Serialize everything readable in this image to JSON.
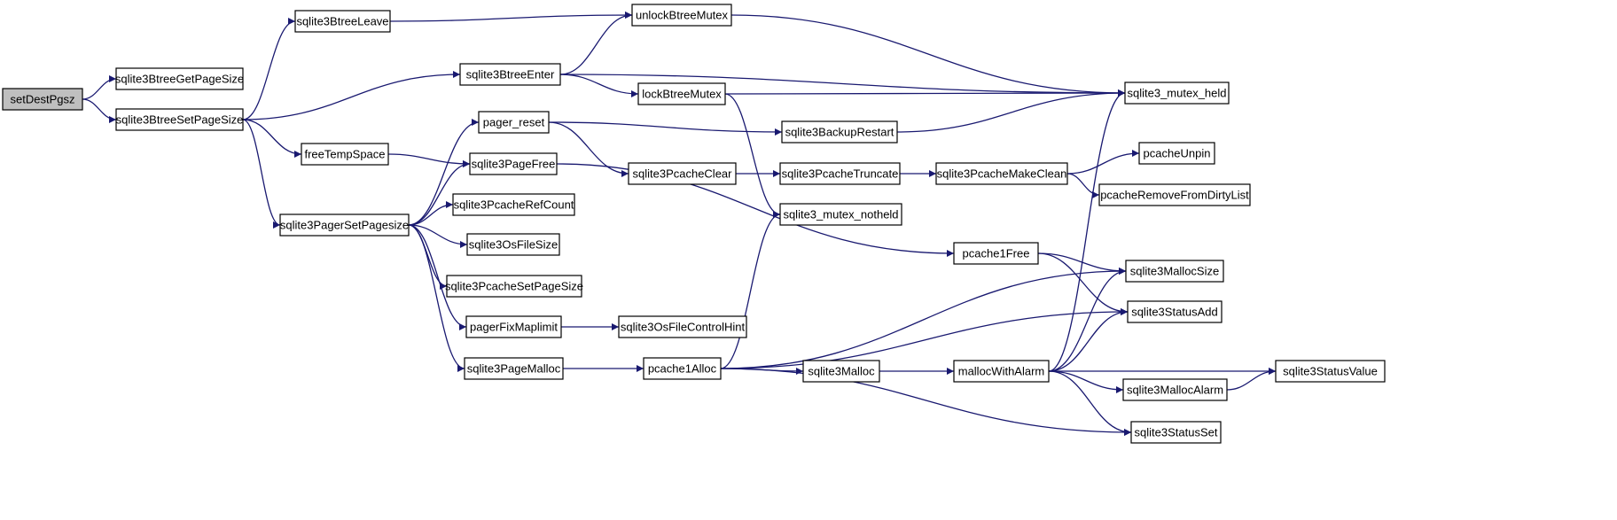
{
  "diagram": {
    "type": "call-graph",
    "colors": {
      "edge": "#191970",
      "root_fill": "#bfbfbf",
      "node_fill": "#ffffff",
      "node_border": "#000000",
      "text": "#000000"
    },
    "nodes": [
      {
        "id": "setDestPgsz",
        "label": "setDestPgsz",
        "root": true
      },
      {
        "id": "sqlite3BtreeGetPageSize",
        "label": "sqlite3BtreeGetPageSize"
      },
      {
        "id": "sqlite3BtreeSetPageSize",
        "label": "sqlite3BtreeSetPageSize"
      },
      {
        "id": "sqlite3BtreeLeave",
        "label": "sqlite3BtreeLeave"
      },
      {
        "id": "sqlite3BtreeEnter",
        "label": "sqlite3BtreeEnter"
      },
      {
        "id": "freeTempSpace",
        "label": "freeTempSpace"
      },
      {
        "id": "sqlite3PagerSetPagesize",
        "label": "sqlite3PagerSetPagesize"
      },
      {
        "id": "unlockBtreeMutex",
        "label": "unlockBtreeMutex"
      },
      {
        "id": "lockBtreeMutex",
        "label": "lockBtreeMutex"
      },
      {
        "id": "pager_reset",
        "label": "pager_reset"
      },
      {
        "id": "sqlite3PageFree",
        "label": "sqlite3PageFree"
      },
      {
        "id": "sqlite3PcacheRefCount",
        "label": "sqlite3PcacheRefCount"
      },
      {
        "id": "sqlite3OsFileSize",
        "label": "sqlite3OsFileSize"
      },
      {
        "id": "sqlite3PcacheSetPageSize",
        "label": "sqlite3PcacheSetPageSize"
      },
      {
        "id": "pagerFixMaplimit",
        "label": "pagerFixMaplimit"
      },
      {
        "id": "sqlite3PageMalloc",
        "label": "sqlite3PageMalloc"
      },
      {
        "id": "sqlite3OsFileControlHint",
        "label": "sqlite3OsFileControlHint"
      },
      {
        "id": "sqlite3PcacheClear",
        "label": "sqlite3PcacheClear"
      },
      {
        "id": "pcache1Alloc",
        "label": "pcache1Alloc"
      },
      {
        "id": "sqlite3BackupRestart",
        "label": "sqlite3BackupRestart"
      },
      {
        "id": "sqlite3PcacheTruncate",
        "label": "sqlite3PcacheTruncate"
      },
      {
        "id": "sqlite3_mutex_notheld",
        "label": "sqlite3_mutex_notheld"
      },
      {
        "id": "sqlite3Malloc",
        "label": "sqlite3Malloc"
      },
      {
        "id": "sqlite3PcacheMakeClean",
        "label": "sqlite3PcacheMakeClean"
      },
      {
        "id": "pcache1Free",
        "label": "pcache1Free"
      },
      {
        "id": "mallocWithAlarm",
        "label": "mallocWithAlarm"
      },
      {
        "id": "sqlite3_mutex_held",
        "label": "sqlite3_mutex_held"
      },
      {
        "id": "pcacheUnpin",
        "label": "pcacheUnpin"
      },
      {
        "id": "pcacheRemoveFromDirtyList",
        "label": "pcacheRemoveFromDirtyList"
      },
      {
        "id": "sqlite3MallocSize",
        "label": "sqlite3MallocSize"
      },
      {
        "id": "sqlite3StatusAdd",
        "label": "sqlite3StatusAdd"
      },
      {
        "id": "sqlite3MallocAlarm",
        "label": "sqlite3MallocAlarm"
      },
      {
        "id": "sqlite3StatusSet",
        "label": "sqlite3StatusSet"
      },
      {
        "id": "sqlite3StatusValue",
        "label": "sqlite3StatusValue"
      }
    ],
    "edges": [
      [
        "setDestPgsz",
        "sqlite3BtreeGetPageSize"
      ],
      [
        "setDestPgsz",
        "sqlite3BtreeSetPageSize"
      ],
      [
        "sqlite3BtreeSetPageSize",
        "sqlite3BtreeLeave"
      ],
      [
        "sqlite3BtreeSetPageSize",
        "sqlite3BtreeEnter"
      ],
      [
        "sqlite3BtreeSetPageSize",
        "freeTempSpace"
      ],
      [
        "sqlite3BtreeSetPageSize",
        "sqlite3PagerSetPagesize"
      ],
      [
        "sqlite3BtreeLeave",
        "unlockBtreeMutex"
      ],
      [
        "sqlite3BtreeEnter",
        "unlockBtreeMutex"
      ],
      [
        "sqlite3BtreeEnter",
        "lockBtreeMutex"
      ],
      [
        "sqlite3BtreeEnter",
        "sqlite3_mutex_held"
      ],
      [
        "unlockBtreeMutex",
        "sqlite3_mutex_held"
      ],
      [
        "lockBtreeMutex",
        "sqlite3_mutex_held"
      ],
      [
        "lockBtreeMutex",
        "sqlite3_mutex_notheld"
      ],
      [
        "freeTempSpace",
        "sqlite3PageFree"
      ],
      [
        "sqlite3PagerSetPagesize",
        "pager_reset"
      ],
      [
        "sqlite3PagerSetPagesize",
        "sqlite3PageFree"
      ],
      [
        "sqlite3PagerSetPagesize",
        "sqlite3PcacheRefCount"
      ],
      [
        "sqlite3PagerSetPagesize",
        "sqlite3OsFileSize"
      ],
      [
        "sqlite3PagerSetPagesize",
        "sqlite3PcacheSetPageSize"
      ],
      [
        "sqlite3PagerSetPagesize",
        "pagerFixMaplimit"
      ],
      [
        "sqlite3PagerSetPagesize",
        "sqlite3PageMalloc"
      ],
      [
        "pager_reset",
        "sqlite3BackupRestart"
      ],
      [
        "pager_reset",
        "sqlite3PcacheClear"
      ],
      [
        "sqlite3BackupRestart",
        "sqlite3_mutex_held"
      ],
      [
        "sqlite3PcacheClear",
        "sqlite3PcacheTruncate"
      ],
      [
        "sqlite3PcacheTruncate",
        "sqlite3PcacheMakeClean"
      ],
      [
        "sqlite3PcacheMakeClean",
        "pcacheUnpin"
      ],
      [
        "sqlite3PcacheMakeClean",
        "pcacheRemoveFromDirtyList"
      ],
      [
        "sqlite3PageFree",
        "pcache1Free"
      ],
      [
        "pcache1Free",
        "sqlite3MallocSize"
      ],
      [
        "pcache1Free",
        "sqlite3StatusAdd"
      ],
      [
        "pagerFixMaplimit",
        "sqlite3OsFileControlHint"
      ],
      [
        "sqlite3PageMalloc",
        "pcache1Alloc"
      ],
      [
        "pcache1Alloc",
        "sqlite3_mutex_notheld"
      ],
      [
        "pcache1Alloc",
        "sqlite3MallocSize"
      ],
      [
        "pcache1Alloc",
        "sqlite3StatusAdd"
      ],
      [
        "pcache1Alloc",
        "sqlite3Malloc"
      ],
      [
        "pcache1Alloc",
        "sqlite3StatusSet"
      ],
      [
        "sqlite3Malloc",
        "mallocWithAlarm"
      ],
      [
        "mallocWithAlarm",
        "sqlite3_mutex_held"
      ],
      [
        "mallocWithAlarm",
        "sqlite3MallocSize"
      ],
      [
        "mallocWithAlarm",
        "sqlite3StatusAdd"
      ],
      [
        "mallocWithAlarm",
        "sqlite3StatusValue"
      ],
      [
        "mallocWithAlarm",
        "sqlite3MallocAlarm"
      ],
      [
        "mallocWithAlarm",
        "sqlite3StatusSet"
      ],
      [
        "sqlite3MallocAlarm",
        "sqlite3StatusValue"
      ]
    ]
  }
}
